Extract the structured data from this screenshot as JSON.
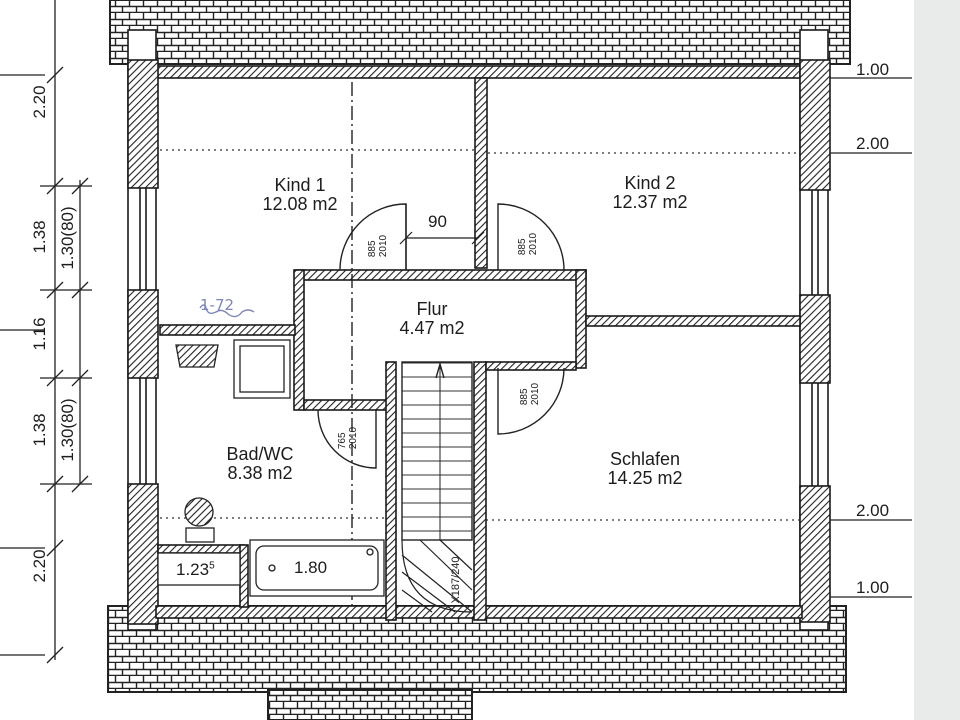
{
  "rooms": {
    "kind1": {
      "name": "Kind  1",
      "area": "12.08  m2"
    },
    "kind2": {
      "name": "Kind  2",
      "area": "12.37  m2"
    },
    "flur": {
      "name": "Flur",
      "area": "4.47  m2"
    },
    "bad": {
      "name": "Bad/WC",
      "area": "8.38  m2"
    },
    "schlafen": {
      "name": "Schlafen",
      "area": "14.25  m2"
    }
  },
  "doors": {
    "kind1": "885\n2010",
    "kind2": "885\n2010",
    "schlafen": "885\n2010",
    "bad": "765\n2010"
  },
  "dimensions": {
    "door_gap": "90",
    "shower": "1.23",
    "shower_sup": "5",
    "tub": "1.80",
    "stair": "X187/240",
    "handwritten": "1-72"
  },
  "left_dims": [
    "2.20",
    "1.38",
    "1.30(80)",
    "1.16",
    "1.38",
    "1.30(80)",
    "2.20"
  ],
  "right_dims": [
    "1.00",
    "2.00",
    "2.00",
    "1.00"
  ],
  "colors": {
    "line": "#1a1a1a",
    "hatch": "#2a2a2a",
    "paper": "#ffffff",
    "pen": "#7f86b8"
  }
}
